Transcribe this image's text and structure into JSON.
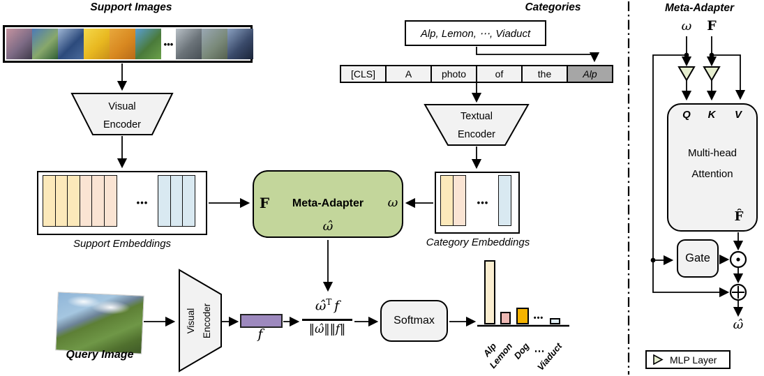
{
  "symbols": {
    "dots_bold": "•••",
    "dots_mid": "⋯"
  },
  "left": {
    "support_images_title": "Support Images",
    "support_thumbnails": [
      {
        "name": "alpine-dusk",
        "colors": [
          "#c593a0",
          "#7d6b85",
          "#3f3a4a"
        ]
      },
      {
        "name": "mountain-lake",
        "colors": [
          "#4a79b8",
          "#88a86b",
          "#2f5d35"
        ]
      },
      {
        "name": "snowy-peak",
        "colors": [
          "#9fb6d4",
          "#2c4a7c",
          "#4a6a9a"
        ]
      },
      {
        "name": "lemons",
        "colors": [
          "#f5d84a",
          "#e8b820",
          "#c98f1a"
        ]
      },
      {
        "name": "orange-slices",
        "colors": [
          "#e8a83c",
          "#d88820",
          "#b86a18"
        ]
      },
      {
        "name": "tree-sky",
        "colors": [
          "#5a9fd4",
          "#4a7a3a",
          "#6aa04a"
        ]
      },
      {
        "name": "gray-bridge",
        "colors": [
          "#b8c0c6",
          "#6a7278",
          "#474f55"
        ]
      },
      {
        "name": "viaduct-arches",
        "colors": [
          "#9aa8b4",
          "#7a8a7a",
          "#55604f"
        ]
      },
      {
        "name": "night-bridge",
        "colors": [
          "#8aa0c0",
          "#3a4a6a",
          "#1a2438"
        ]
      }
    ],
    "visual_encoder": {
      "line1": "Visual",
      "line2": "Encoder"
    },
    "support_embeddings_label": "Support Embeddings",
    "support_embedding_colors_left": [
      "#FCE9BA",
      "#FCE9BA",
      "#FCE9BA",
      "#FAE4D3",
      "#FAE4D3",
      "#FAE4D3"
    ],
    "support_embedding_colors_right": [
      "#D9E9F1",
      "#D9E9F1",
      "#D9E9F1"
    ],
    "meta_adapter": {
      "label": "Meta-Adapter",
      "input_left": "F",
      "input_right": "ω",
      "output": "ω̂"
    },
    "categories_title": "Categories",
    "categories_list": "Alp, Lemon, ⋯, Viaduct",
    "prompt_tokens": [
      "[CLS]",
      "A",
      "photo",
      "of",
      "the",
      "Alp"
    ],
    "textual_encoder": {
      "line1": "Textual",
      "line2": "Encoder"
    },
    "category_embeddings_label": "Category Embeddings",
    "category_embedding_colors_left": [
      "#FCE9BA",
      "#FAE4D3"
    ],
    "category_embedding_colors_right": [
      "#D9E9F1"
    ],
    "query_image_label": "Query Image",
    "query_visual_encoder": {
      "line1": "Visual",
      "line2": "Encoder"
    },
    "query_feature_label": "f",
    "formula": {
      "numerator_omega": "ω̂",
      "numerator_sup": "T",
      "numerator_f": "f",
      "denominator": "‖ω̂‖‖f‖"
    },
    "softmax_label": "Softmax"
  },
  "chart_data": {
    "type": "bar",
    "title": "",
    "xlabel": "",
    "ylabel": "",
    "note": "softmax class probabilities over categories",
    "categories": [
      "Alp",
      "Lemon",
      "Dog",
      "⋯",
      "Viaduct"
    ],
    "values": [
      0.78,
      0.15,
      0.2,
      null,
      0.08
    ],
    "colors": [
      "#FBEED0",
      "#EDB8B4",
      "#F5B300",
      null,
      "#E1EFF6"
    ],
    "ylim": [
      0,
      1
    ],
    "grid": false,
    "legend": "none"
  },
  "right": {
    "title": "Meta-Adapter",
    "input_omega": "ω",
    "input_f": "F",
    "q_label": "Q",
    "k_label": "K",
    "v_label": "V",
    "attention": {
      "line1": "Multi-head",
      "line2": "Attention"
    },
    "f_hat": "F̂",
    "gate_label": "Gate",
    "output_omega_hat": "ω̂",
    "legend": {
      "mlp_label": "MLP Layer"
    }
  }
}
